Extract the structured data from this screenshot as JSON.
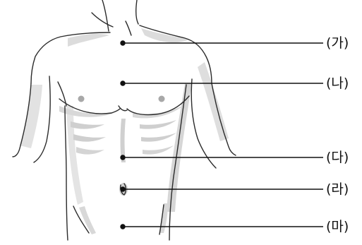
{
  "labels": [
    "(가)",
    "(나)",
    "(다)",
    "(라)",
    "(마)"
  ],
  "colors": {
    "outline": "#2b2b2b",
    "shade": "#dcdcdc",
    "shade_dark": "#bdbdbd",
    "nipple": "#a8a8a8",
    "pointer": "#111111"
  }
}
